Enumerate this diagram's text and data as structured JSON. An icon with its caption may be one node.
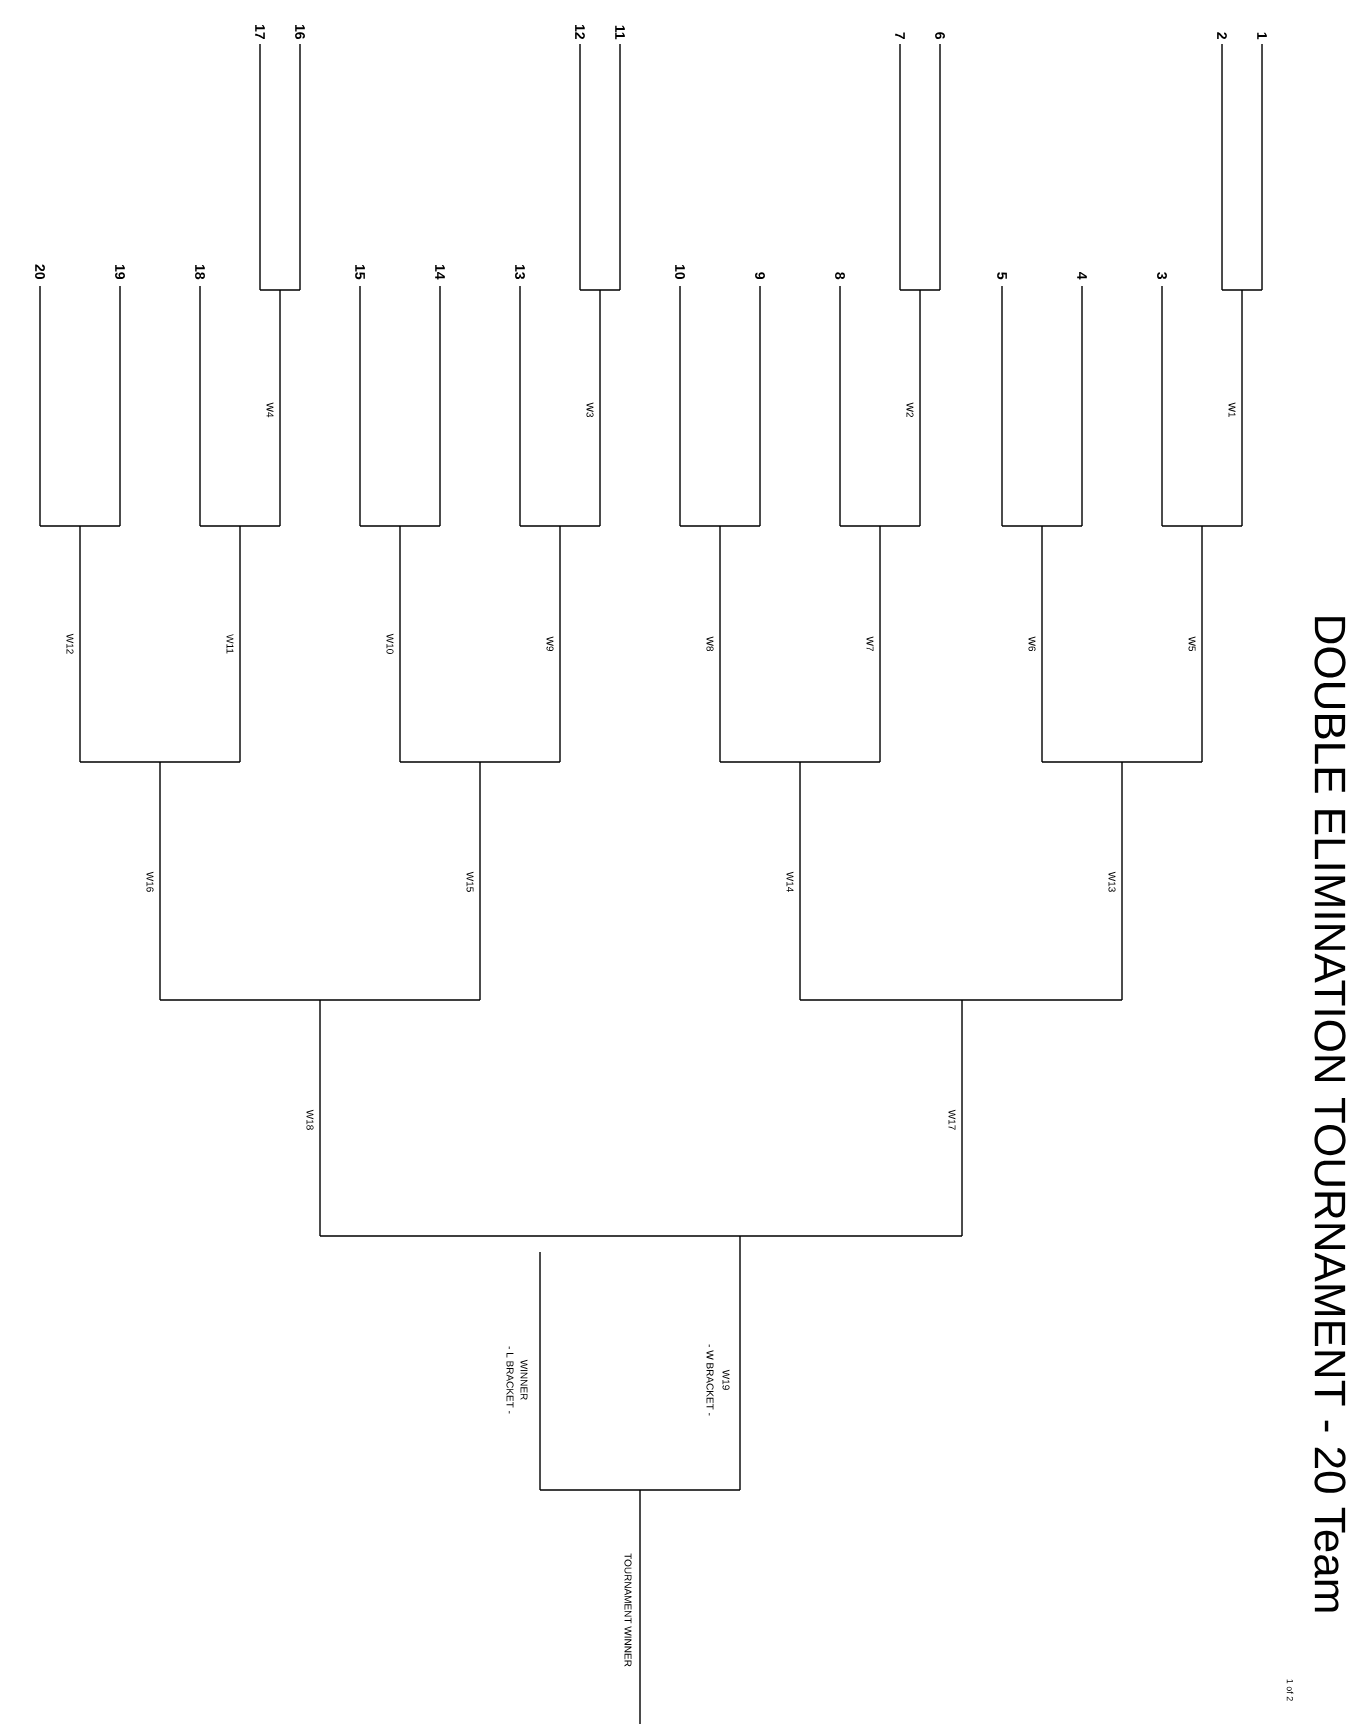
{
  "diagram": {
    "title": "DOUBLE ELIMINATION TOURNAMENT - 20 Team",
    "labels": [
      "1",
      "2",
      "3",
      "4",
      "5",
      "6",
      "7",
      "8",
      "9",
      "10",
      "11",
      "12",
      "13",
      "14",
      "15",
      "16",
      "17",
      "18",
      "19",
      "20",
      "W1",
      "W2",
      "W3",
      "W4",
      "W5",
      "W6",
      "W7",
      "W8",
      "W9",
      "W10",
      "W11",
      "W12",
      "W13",
      "W14",
      "W15",
      "W16",
      "W17",
      "W18",
      "W19",
      "- W BRACKET -",
      "WINNER",
      "- L BRACKET -",
      "TOURNAMENT WINNER",
      "1 of 2"
    ]
  }
}
